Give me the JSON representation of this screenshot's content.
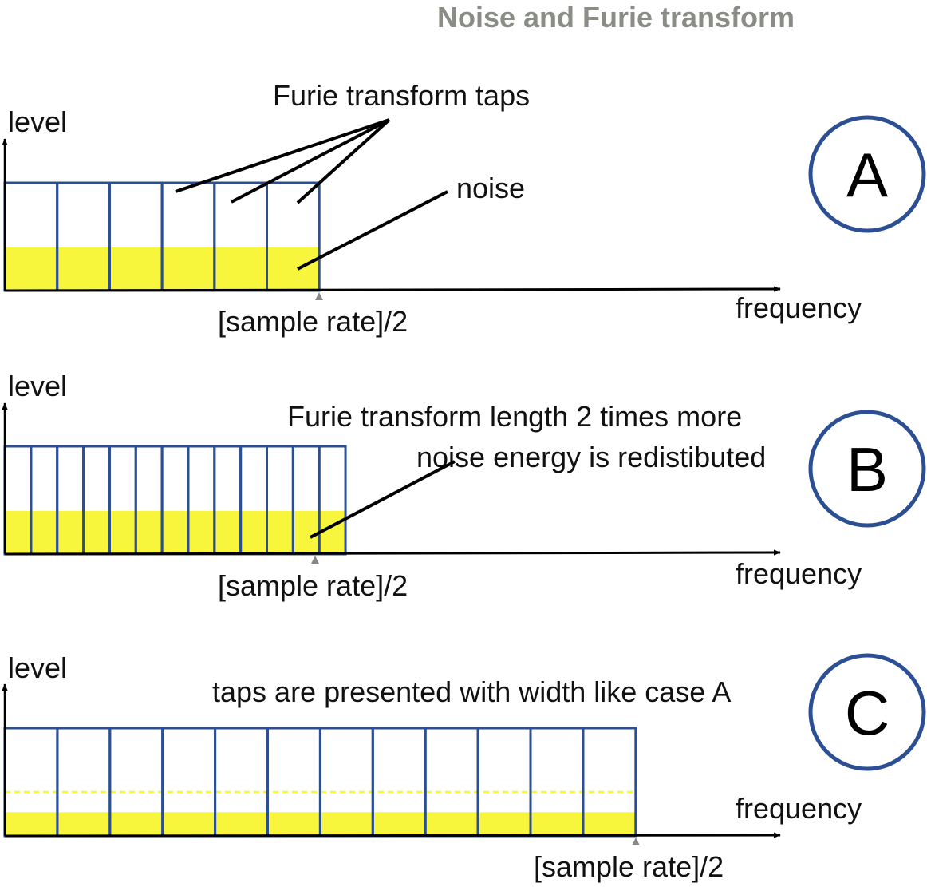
{
  "title": "Noise and Furie transform",
  "colors": {
    "tap_border": "#2c4f94",
    "noise_fill": "#f8f53d",
    "axis": "#000000",
    "marker": "#888888",
    "title": "#8a8c86",
    "badge_ring": "#2c4f94"
  },
  "panels": [
    {
      "id": "A",
      "badge": "A",
      "level_label": "level",
      "frequency_label": "frequency",
      "cutoff_label": "[sample rate]/2",
      "annotations": [
        "Furie transform taps",
        "noise"
      ],
      "taps": 6,
      "tap_width": 1,
      "noise_level": 0.4,
      "dashed_level": null
    },
    {
      "id": "B",
      "badge": "B",
      "level_label": "level",
      "frequency_label": "frequency",
      "cutoff_label": "[sample rate]/2",
      "annotations": [
        "Furie transform length 2 times more",
        "noise energy is redistibuted"
      ],
      "taps": 13,
      "tap_width": 0.5,
      "noise_level": 0.4,
      "dashed_level": null
    },
    {
      "id": "C",
      "badge": "C",
      "level_label": "level",
      "frequency_label": "frequency",
      "cutoff_label": "[sample rate]/2",
      "annotations": [
        "taps are presented with width like case A"
      ],
      "taps": 12,
      "tap_width": 1,
      "noise_level": 0.22,
      "dashed_level": 0.4
    }
  ]
}
